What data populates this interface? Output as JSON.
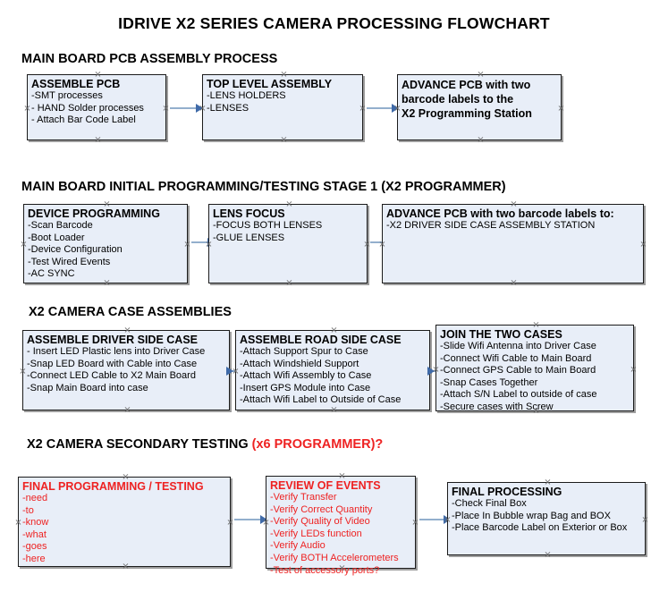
{
  "document": {
    "title": "IDRIVE X2  SERIES CAMERA PROCESSING FLOWCHART"
  },
  "sections": [
    {
      "id": "main-board-pcb-assembly",
      "heading": "MAIN BOARD PCB ASSEMBLY PROCESS",
      "heading_suffix": "",
      "boxes": [
        {
          "id": "assemble-pcb",
          "title": "ASSEMBLE PCB",
          "lines": [
            "-SMT processes",
            "- HAND Solder processes",
            "- Attach Bar Code Label"
          ]
        },
        {
          "id": "top-level-assembly",
          "title": "TOP LEVEL ASSEMBLY",
          "lines": [
            "-LENS HOLDERS",
            "-LENSES"
          ]
        },
        {
          "id": "advance-pcb-programming-station",
          "title": "",
          "lines": [
            "ADVANCE PCB with two",
            "barcode labels to the",
            " X2 Programming Station"
          ]
        }
      ]
    },
    {
      "id": "main-board-initial-programming",
      "heading": "MAIN BOARD INITIAL PROGRAMMING/TESTING STAGE 1 (X2 PROGRAMMER)",
      "heading_suffix": "",
      "boxes": [
        {
          "id": "device-programming",
          "title": "DEVICE PROGRAMMING",
          "lines": [
            "-Scan Barcode",
            "-Boot Loader",
            "-Device Configuration",
            "-Test Wired Events",
            "-AC SYNC"
          ]
        },
        {
          "id": "lens-focus",
          "title": "LENS FOCUS",
          "lines": [
            "-FOCUS BOTH LENSES",
            "-GLUE LENSES"
          ]
        },
        {
          "id": "advance-pcb-case-assembly-station",
          "title": "ADVANCE PCB with two barcode labels to:",
          "lines": [
            "-X2 DRIVER  SIDE  CASE  ASSEMBLY STATION"
          ]
        }
      ]
    },
    {
      "id": "x2-camera-case-assemblies",
      "heading": "X2 CAMERA CASE ASSEMBLIES",
      "heading_suffix": "",
      "boxes": [
        {
          "id": "assemble-driver-side-case",
          "title": "ASSEMBLE DRIVER SIDE CASE",
          "lines": [
            "- Insert LED Plastic lens into Driver Case",
            "-Snap LED Board with Cable into Case",
            "-Connect LED Cable to X2 Main Board",
            "-Snap Main Board into case"
          ]
        },
        {
          "id": "assemble-road-side-case",
          "title": "ASSEMBLE ROAD SIDE CASE",
          "lines": [
            "-Attach Support Spur to Case",
            "-Attach Windshield Support",
            "-Attach Wifi Assembly to Case",
            "-Insert GPS Module into Case",
            "-Attach Wifi Label to Outside of Case"
          ]
        },
        {
          "id": "join-the-two-cases",
          "title": "JOIN THE TWO CASES",
          "lines": [
            "-Slide Wifi Antenna into Driver Case",
            "-Connect Wifi Cable to Main Board",
            "-Connect GPS Cable to Main Board",
            "-Snap Cases Together",
            "-Attach S/N Label to outside of case",
            "-Secure cases with Screw"
          ]
        }
      ]
    },
    {
      "id": "x2-camera-secondary-testing",
      "heading": "X2 CAMERA SECONDARY TESTING ",
      "heading_suffix": "(x6 PROGRAMMER)?",
      "boxes": [
        {
          "id": "final-programming-testing",
          "title": "FINAL PROGRAMMING / TESTING",
          "lines": [
            "-need",
            "-to",
            "-know",
            "-what",
            "-goes",
            "-here"
          ]
        },
        {
          "id": "review-of-events",
          "title": "REVIEW OF EVENTS",
          "lines": [
            "-Verify Transfer",
            "-Verify Correct Quantity",
            "-Verify Quality of Video",
            "-Verify LEDs function",
            "-Verify Audio",
            "-Verify BOTH Accelerometers",
            "-Test of accessory ports?"
          ]
        },
        {
          "id": "final-processing",
          "title": "FINAL PROCESSING",
          "lines": [
            "-Check Final Box",
            "-Place In Bubble wrap Bag and BOX",
            "-Place Barcode Label on Exterior or Box"
          ]
        }
      ]
    }
  ],
  "colors": {
    "box_fill": "#e8eef8",
    "box_border": "#1b1b1b",
    "connector": "#93afcd",
    "arrowhead": "#3f6aa8",
    "accent_red": "#ee2222"
  }
}
